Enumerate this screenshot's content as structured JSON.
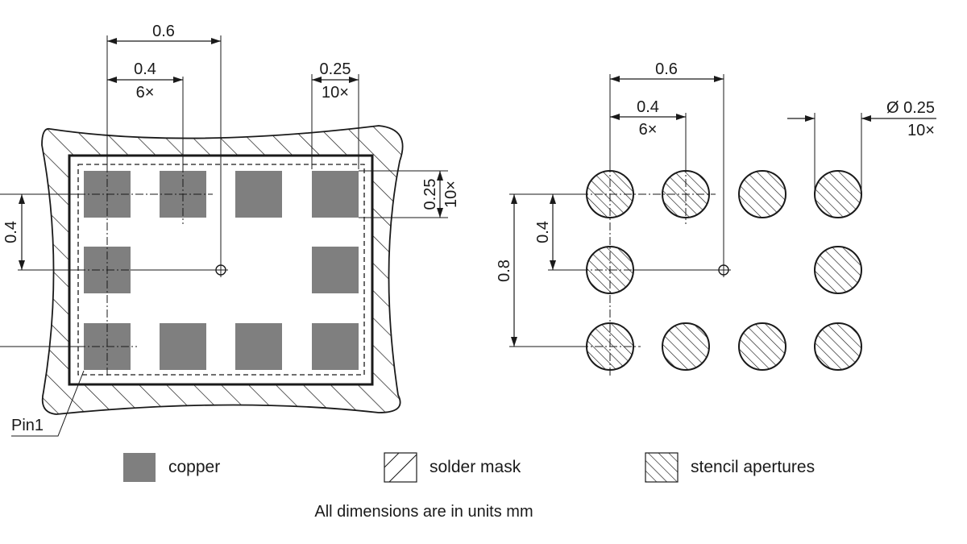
{
  "left_view": {
    "dim_pitch_x": "0.6",
    "dim_pad_pitch": "0.4",
    "dim_pad_pitch_count": "6×",
    "dim_pad_size": "0.25",
    "dim_pad_size_count": "10×",
    "dim_pad_size_vertical": "0.25",
    "dim_pad_size_vertical_count": "10×",
    "dim_pitch_y": "0.4",
    "pin1_label": "Pin1"
  },
  "right_view": {
    "dim_pitch_x": "0.6",
    "dim_pad_pitch": "0.4",
    "dim_pad_pitch_count": "6×",
    "dim_diameter": "Ø 0.25",
    "dim_diameter_count": "10×",
    "dim_pitch_y": "0.4",
    "dim_span_y": "0.8"
  },
  "legend": {
    "copper": "copper",
    "solder_mask": "solder mask",
    "stencil_apertures": "stencil apertures"
  },
  "colors": {
    "copper": "#7f7f7f",
    "line": "#1a1a1a",
    "background": "#ffffff"
  },
  "note": "All dimensions are in units mm"
}
